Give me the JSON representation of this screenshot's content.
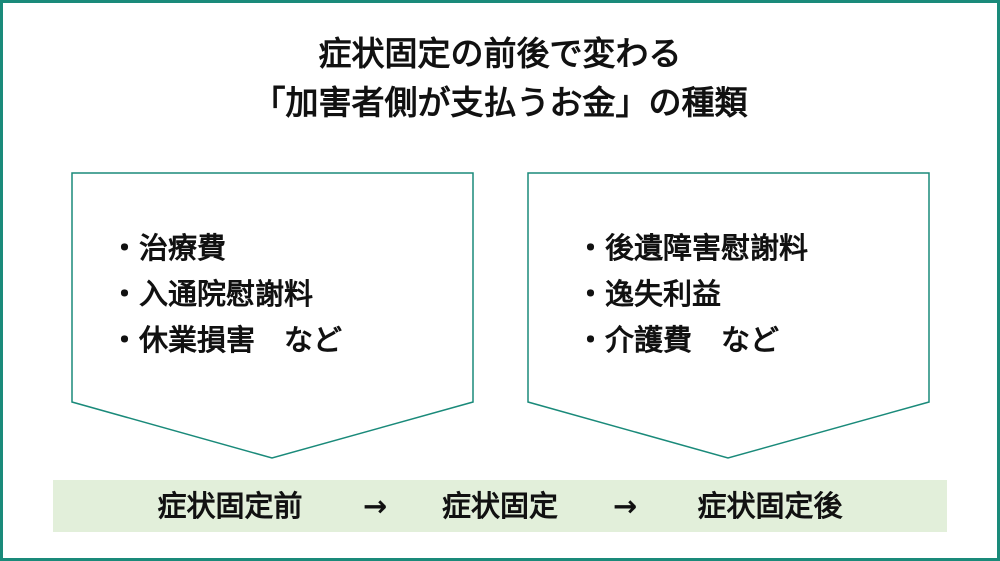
{
  "title": {
    "line1": "症状固定の前後で変わる",
    "line2": "「加害者側が支払うお金」の種類"
  },
  "before_box": {
    "items": [
      "・治療費",
      "・入通院慰謝料",
      "・休業損害　など"
    ]
  },
  "after_box": {
    "items": [
      "・後遺障害慰謝料",
      "・逸失利益",
      "・介護費　など"
    ]
  },
  "timeline": {
    "stages": [
      "症状固定前",
      "症状固定",
      "症状固定後"
    ],
    "arrow": "→"
  },
  "colors": {
    "border": "#1a8a7a",
    "timeline_bg": "#e2efda"
  }
}
